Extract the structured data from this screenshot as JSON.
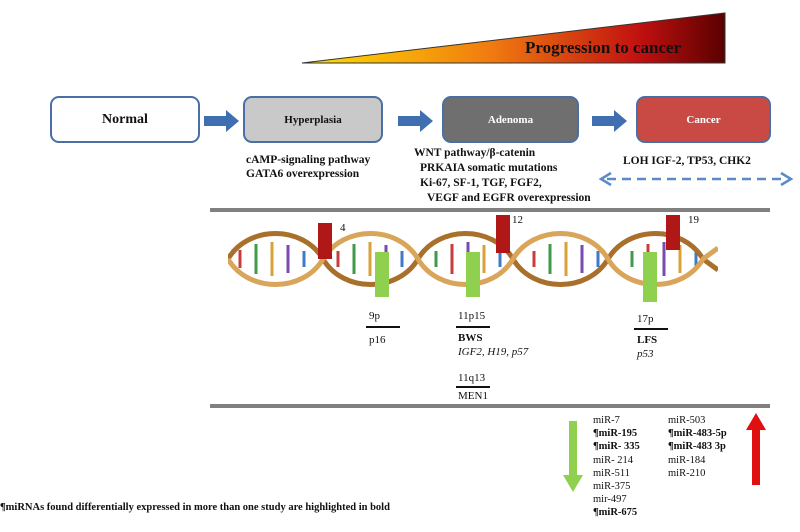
{
  "progression": {
    "label": "Progression to cancer"
  },
  "stages": [
    {
      "label": "Normal"
    },
    {
      "label": "Hyperplasia"
    },
    {
      "label": "Adenoma"
    },
    {
      "label": "Cancer"
    }
  ],
  "features": {
    "hyperplasia": [
      "cAMP-signaling pathway",
      "GATA6 overexpression"
    ],
    "adenoma": [
      "WNT pathway/β-catenin",
      "PRKAIA somatic mutations",
      "Ki-67, SF-1, TGF, FGF2,",
      "VEGF and EGFR overexpression"
    ],
    "cancer": [
      "LOH IGF-2, TP53, CHK2"
    ]
  },
  "chromosome_markers": [
    "4",
    "12",
    "19"
  ],
  "loci": [
    {
      "band": "9p",
      "gene": "p16"
    },
    {
      "band": "11p15",
      "syndrome": "BWS",
      "genes": "IGF2, H19, p57"
    },
    {
      "band": "11q13",
      "gene": "MEN1"
    },
    {
      "band": "17p",
      "syndrome": "LFS",
      "gene": "p53"
    }
  ],
  "mirnas": {
    "down": [
      "miR-7",
      "¶miR-195",
      "¶miR- 335",
      "miR- 214",
      "miR-511",
      "miR-375",
      "mir-497",
      "¶miR-675"
    ],
    "down_bold": [
      false,
      true,
      true,
      false,
      false,
      false,
      false,
      true
    ],
    "up": [
      "miR-503",
      "¶miR-483-5p",
      "¶miR-483 3p",
      "miR-184",
      "miR-210"
    ],
    "up_bold": [
      false,
      true,
      true,
      false,
      false
    ]
  },
  "footnote": "¶miRNAs found differentially expressed in more than one study are highlighted in bold",
  "colors": {
    "stage_border": "#4a6fa5",
    "arrow": "#3f6fb0",
    "hyperplasia_fill": "#c9c9c9",
    "adenoma_fill": "#6f6f6f",
    "cancer_fill": "#c94a45",
    "marker_red": "#b01818",
    "marker_green": "#8fd14f",
    "separator": "#808080"
  },
  "icons": [
    "progression-wedge",
    "process-arrow-icon",
    "double-dashed-arrow-icon",
    "dna-helix",
    "down-arrow-icon",
    "up-arrow-icon"
  ]
}
